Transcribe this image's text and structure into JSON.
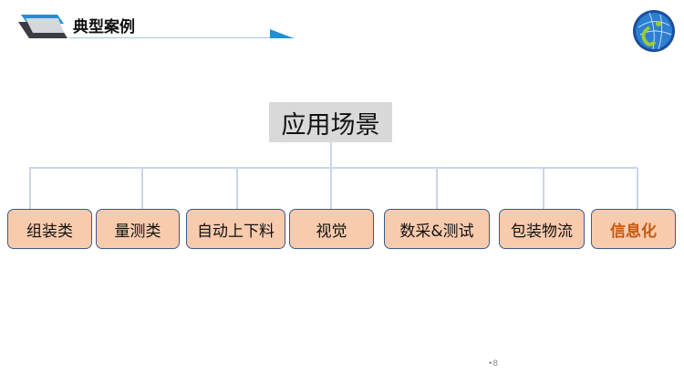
{
  "header": {
    "title": "典型案例"
  },
  "diagram": {
    "root": "应用场景",
    "children": [
      {
        "label": "组装类"
      },
      {
        "label": "量测类"
      },
      {
        "label": "自动上下料"
      },
      {
        "label": "视觉"
      },
      {
        "label": "数采&测试"
      },
      {
        "label": "包装物流"
      },
      {
        "label": "信息化",
        "highlight_color": "#c55a11"
      }
    ]
  },
  "page_number": "8"
}
